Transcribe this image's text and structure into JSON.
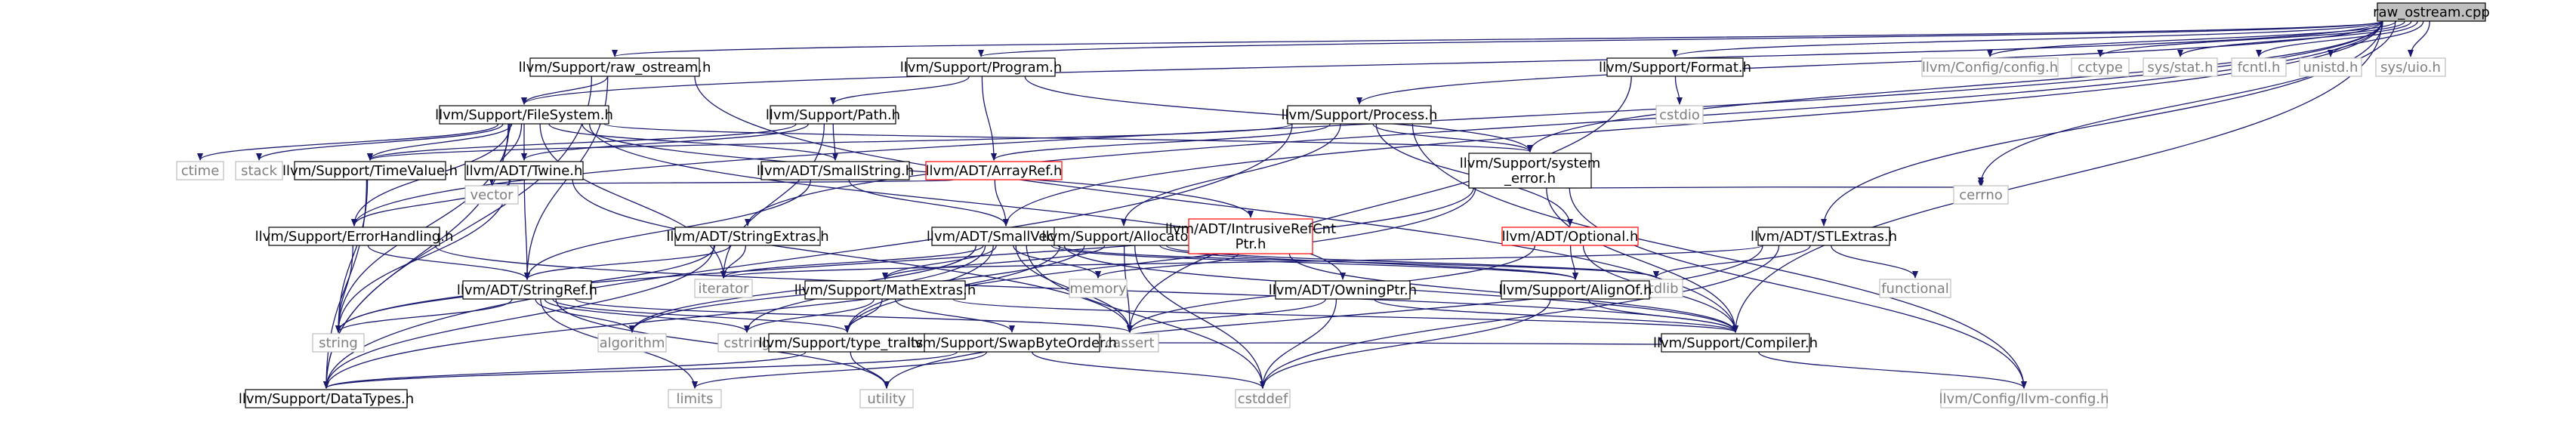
{
  "graph": {
    "title": "raw_ostream.cpp",
    "colors": {
      "edge": "#191970",
      "node_border": "#000000",
      "missing_border": "#ff0000",
      "external_border": "#bfbfbf",
      "external_text": "#7f7f7f",
      "root_fill": "#bfbfbf",
      "node_fill": "#ffffff"
    },
    "nodes": [
      {
        "id": "raw_ostream_cpp",
        "label": "raw_ostream.cpp",
        "kind": "root"
      },
      {
        "id": "raw_ostream_h",
        "label": "llvm/Support/raw_ostream.h",
        "kind": "normal"
      },
      {
        "id": "program_h",
        "label": "llvm/Support/Program.h",
        "kind": "normal"
      },
      {
        "id": "format_h",
        "label": "llvm/Support/Format.h",
        "kind": "normal"
      },
      {
        "id": "config_h",
        "label": "llvm/Config/config.h",
        "kind": "external"
      },
      {
        "id": "cctype",
        "label": "cctype",
        "kind": "external"
      },
      {
        "id": "sys_stat",
        "label": "sys/stat.h",
        "kind": "external"
      },
      {
        "id": "fcntl",
        "label": "fcntl.h",
        "kind": "external"
      },
      {
        "id": "unistd",
        "label": "unistd.h",
        "kind": "external"
      },
      {
        "id": "sys_uio",
        "label": "sys/uio.h",
        "kind": "external"
      },
      {
        "id": "filesystem_h",
        "label": "llvm/Support/FileSystem.h",
        "kind": "normal"
      },
      {
        "id": "path_h",
        "label": "llvm/Support/Path.h",
        "kind": "normal"
      },
      {
        "id": "process_h",
        "label": "llvm/Support/Process.h",
        "kind": "normal"
      },
      {
        "id": "cstdio",
        "label": "cstdio",
        "kind": "external"
      },
      {
        "id": "ctime",
        "label": "ctime",
        "kind": "external"
      },
      {
        "id": "stack",
        "label": "stack",
        "kind": "external"
      },
      {
        "id": "timevalue_h",
        "label": "llvm/Support/TimeValue.h",
        "kind": "normal"
      },
      {
        "id": "twine_h",
        "label": "llvm/ADT/Twine.h",
        "kind": "normal"
      },
      {
        "id": "smallstring_h",
        "label": "llvm/ADT/SmallString.h",
        "kind": "normal"
      },
      {
        "id": "arrayref_h",
        "label": "llvm/ADT/ArrayRef.h",
        "kind": "missing"
      },
      {
        "id": "system_error_h",
        "label": [
          "llvm/Support/system",
          "_error.h"
        ],
        "kind": "normal"
      },
      {
        "id": "vector",
        "label": "vector",
        "kind": "external"
      },
      {
        "id": "cerrno",
        "label": "cerrno",
        "kind": "external"
      },
      {
        "id": "errorhandling_h",
        "label": "llvm/Support/ErrorHandling.h",
        "kind": "normal"
      },
      {
        "id": "stringextras_h",
        "label": "llvm/ADT/StringExtras.h",
        "kind": "normal"
      },
      {
        "id": "smallvector_h",
        "label": "llvm/ADT/SmallVector.h",
        "kind": "normal"
      },
      {
        "id": "allocator_h",
        "label": "llvm/Support/Allocator.h",
        "kind": "normal"
      },
      {
        "id": "intrusiverefcntptr_h",
        "label": [
          "llvm/ADT/IntrusiveRefCnt",
          "Ptr.h"
        ],
        "kind": "missing"
      },
      {
        "id": "optional_h",
        "label": "llvm/ADT/Optional.h",
        "kind": "missing"
      },
      {
        "id": "stlextras_h",
        "label": "llvm/ADT/STLExtras.h",
        "kind": "normal"
      },
      {
        "id": "iterator",
        "label": "iterator",
        "kind": "external"
      },
      {
        "id": "memory",
        "label": "memory",
        "kind": "external"
      },
      {
        "id": "cstdlib",
        "label": "cstdlib",
        "kind": "external"
      },
      {
        "id": "functional",
        "label": "functional",
        "kind": "external"
      },
      {
        "id": "stringref_h",
        "label": "llvm/ADT/StringRef.h",
        "kind": "normal"
      },
      {
        "id": "mathextras_h",
        "label": "llvm/Support/MathExtras.h",
        "kind": "normal"
      },
      {
        "id": "owningptr_h",
        "label": "llvm/ADT/OwningPtr.h",
        "kind": "normal"
      },
      {
        "id": "alignof_h",
        "label": "llvm/Support/AlignOf.h",
        "kind": "normal"
      },
      {
        "id": "string",
        "label": "string",
        "kind": "external"
      },
      {
        "id": "algorithm",
        "label": "algorithm",
        "kind": "external"
      },
      {
        "id": "cstring",
        "label": "cstring",
        "kind": "external"
      },
      {
        "id": "cassert",
        "label": "cassert",
        "kind": "external"
      },
      {
        "id": "type_traits_h",
        "label": "llvm/Support/type_traits.h",
        "kind": "normal"
      },
      {
        "id": "swapbyteorder_h",
        "label": "llvm/Support/SwapByteOrder.h",
        "kind": "normal"
      },
      {
        "id": "compiler_h",
        "label": "llvm/Support/Compiler.h",
        "kind": "normal"
      },
      {
        "id": "datatypes_h",
        "label": "llvm/Support/DataTypes.h",
        "kind": "normal"
      },
      {
        "id": "limits",
        "label": "limits",
        "kind": "external"
      },
      {
        "id": "utility",
        "label": "utility",
        "kind": "external"
      },
      {
        "id": "cstddef",
        "label": "cstddef",
        "kind": "external"
      },
      {
        "id": "llvm_config_h",
        "label": "llvm/Config/llvm-config.h",
        "kind": "external"
      }
    ],
    "edges": [
      [
        "raw_ostream_cpp",
        "raw_ostream_h"
      ],
      [
        "raw_ostream_cpp",
        "program_h"
      ],
      [
        "raw_ostream_cpp",
        "format_h"
      ],
      [
        "raw_ostream_cpp",
        "config_h"
      ],
      [
        "raw_ostream_cpp",
        "cctype"
      ],
      [
        "raw_ostream_cpp",
        "sys_stat"
      ],
      [
        "raw_ostream_cpp",
        "fcntl"
      ],
      [
        "raw_ostream_cpp",
        "unistd"
      ],
      [
        "raw_ostream_cpp",
        "sys_uio"
      ],
      [
        "raw_ostream_cpp",
        "filesystem_h"
      ],
      [
        "raw_ostream_cpp",
        "process_h"
      ],
      [
        "raw_ostream_cpp",
        "system_error_h"
      ],
      [
        "raw_ostream_cpp",
        "stringextras_h"
      ],
      [
        "raw_ostream_cpp",
        "smallvector_h"
      ],
      [
        "raw_ostream_cpp",
        "stlextras_h"
      ],
      [
        "raw_ostream_cpp",
        "cerrno"
      ],
      [
        "raw_ostream_cpp",
        "compiler_h"
      ],
      [
        "raw_ostream_cpp",
        "errorhandling_h"
      ],
      [
        "raw_ostream_h",
        "filesystem_h"
      ],
      [
        "raw_ostream_h",
        "stringref_h"
      ],
      [
        "raw_ostream_h",
        "compiler_h"
      ],
      [
        "raw_ostream_h",
        "datatypes_h"
      ],
      [
        "program_h",
        "path_h"
      ],
      [
        "program_h",
        "arrayref_h"
      ],
      [
        "program_h",
        "system_error_h"
      ],
      [
        "format_h",
        "cstdio"
      ],
      [
        "format_h",
        "cassert"
      ],
      [
        "filesystem_h",
        "ctime"
      ],
      [
        "filesystem_h",
        "stack"
      ],
      [
        "filesystem_h",
        "timevalue_h"
      ],
      [
        "filesystem_h",
        "twine_h"
      ],
      [
        "filesystem_h",
        "smallstring_h"
      ],
      [
        "filesystem_h",
        "system_error_h"
      ],
      [
        "filesystem_h",
        "intrusiverefcntptr_h"
      ],
      [
        "filesystem_h",
        "owningptr_h"
      ],
      [
        "filesystem_h",
        "vector"
      ],
      [
        "filesystem_h",
        "errorhandling_h"
      ],
      [
        "filesystem_h",
        "iterator"
      ],
      [
        "filesystem_h",
        "string"
      ],
      [
        "filesystem_h",
        "datatypes_h"
      ],
      [
        "path_h",
        "timevalue_h"
      ],
      [
        "path_h",
        "twine_h"
      ],
      [
        "path_h",
        "smallstring_h"
      ],
      [
        "path_h",
        "iterator"
      ],
      [
        "process_h",
        "system_error_h"
      ],
      [
        "process_h",
        "arrayref_h"
      ],
      [
        "process_h",
        "optional_h"
      ],
      [
        "process_h",
        "allocator_h"
      ],
      [
        "process_h",
        "timevalue_h"
      ],
      [
        "process_h",
        "llvm_config_h"
      ],
      [
        "process_h",
        "datatypes_h"
      ],
      [
        "timevalue_h",
        "datatypes_h"
      ],
      [
        "timevalue_h",
        "string"
      ],
      [
        "twine_h",
        "stringref_h"
      ],
      [
        "twine_h",
        "errorhandling_h"
      ],
      [
        "twine_h",
        "cassert"
      ],
      [
        "twine_h",
        "string"
      ],
      [
        "smallstring_h",
        "smallvector_h"
      ],
      [
        "smallstring_h",
        "stringref_h"
      ],
      [
        "arrayref_h",
        "smallvector_h"
      ],
      [
        "arrayref_h",
        "vector"
      ],
      [
        "system_error_h",
        "cerrno"
      ],
      [
        "system_error_h",
        "string"
      ],
      [
        "system_error_h",
        "compiler_h"
      ],
      [
        "system_error_h",
        "llvm_config_h"
      ],
      [
        "system_error_h",
        "type_traits_h"
      ],
      [
        "errorhandling_h",
        "stringref_h"
      ],
      [
        "errorhandling_h",
        "compiler_h"
      ],
      [
        "errorhandling_h",
        "string"
      ],
      [
        "stringextras_h",
        "stringref_h"
      ],
      [
        "stringextras_h",
        "iterator"
      ],
      [
        "stringextras_h",
        "datatypes_h"
      ],
      [
        "stringextras_h",
        "string"
      ],
      [
        "smallvector_h",
        "alignof_h"
      ],
      [
        "smallvector_h",
        "compiler_h"
      ],
      [
        "smallvector_h",
        "mathextras_h"
      ],
      [
        "smallvector_h",
        "type_traits_h"
      ],
      [
        "smallvector_h",
        "algorithm"
      ],
      [
        "smallvector_h",
        "cassert"
      ],
      [
        "smallvector_h",
        "cstddef"
      ],
      [
        "smallvector_h",
        "cstdlib"
      ],
      [
        "smallvector_h",
        "cstring"
      ],
      [
        "smallvector_h",
        "iterator"
      ],
      [
        "smallvector_h",
        "memory"
      ],
      [
        "allocator_h",
        "alignof_h"
      ],
      [
        "allocator_h",
        "mathextras_h"
      ],
      [
        "allocator_h",
        "datatypes_h"
      ],
      [
        "allocator_h",
        "algorithm"
      ],
      [
        "allocator_h",
        "cassert"
      ],
      [
        "allocator_h",
        "cstddef"
      ],
      [
        "allocator_h",
        "cstdlib"
      ],
      [
        "intrusiverefcntptr_h",
        "memory"
      ],
      [
        "intrusiverefcntptr_h",
        "compiler_h"
      ],
      [
        "optional_h",
        "alignof_h"
      ],
      [
        "optional_h",
        "compiler_h"
      ],
      [
        "optional_h",
        "cassert"
      ],
      [
        "stlextras_h",
        "cstddef"
      ],
      [
        "stlextras_h",
        "cstdlib"
      ],
      [
        "stlextras_h",
        "functional"
      ],
      [
        "stlextras_h",
        "iterator"
      ],
      [
        "stlextras_h",
        "utility"
      ],
      [
        "stringref_h",
        "type_traits_h"
      ],
      [
        "stringref_h",
        "algorithm"
      ],
      [
        "stringref_h",
        "cassert"
      ],
      [
        "stringref_h",
        "cstring"
      ],
      [
        "stringref_h",
        "limits"
      ],
      [
        "stringref_h",
        "string"
      ],
      [
        "stringref_h",
        "utility"
      ],
      [
        "mathextras_h",
        "compiler_h"
      ],
      [
        "mathextras_h",
        "swapbyteorder_h"
      ],
      [
        "mathextras_h",
        "type_traits_h"
      ],
      [
        "mathextras_h",
        "cstring"
      ],
      [
        "owningptr_h",
        "compiler_h"
      ],
      [
        "owningptr_h",
        "cassert"
      ],
      [
        "owningptr_h",
        "cstddef"
      ],
      [
        "alignof_h",
        "compiler_h"
      ],
      [
        "alignof_h",
        "cstddef"
      ],
      [
        "type_traits_h",
        "datatypes_h"
      ],
      [
        "type_traits_h",
        "utility"
      ],
      [
        "swapbyteorder_h",
        "compiler_h"
      ],
      [
        "swapbyteorder_h",
        "datatypes_h"
      ],
      [
        "swapbyteorder_h",
        "cstddef"
      ],
      [
        "swapbyteorder_h",
        "limits"
      ],
      [
        "compiler_h",
        "llvm_config_h"
      ]
    ]
  }
}
